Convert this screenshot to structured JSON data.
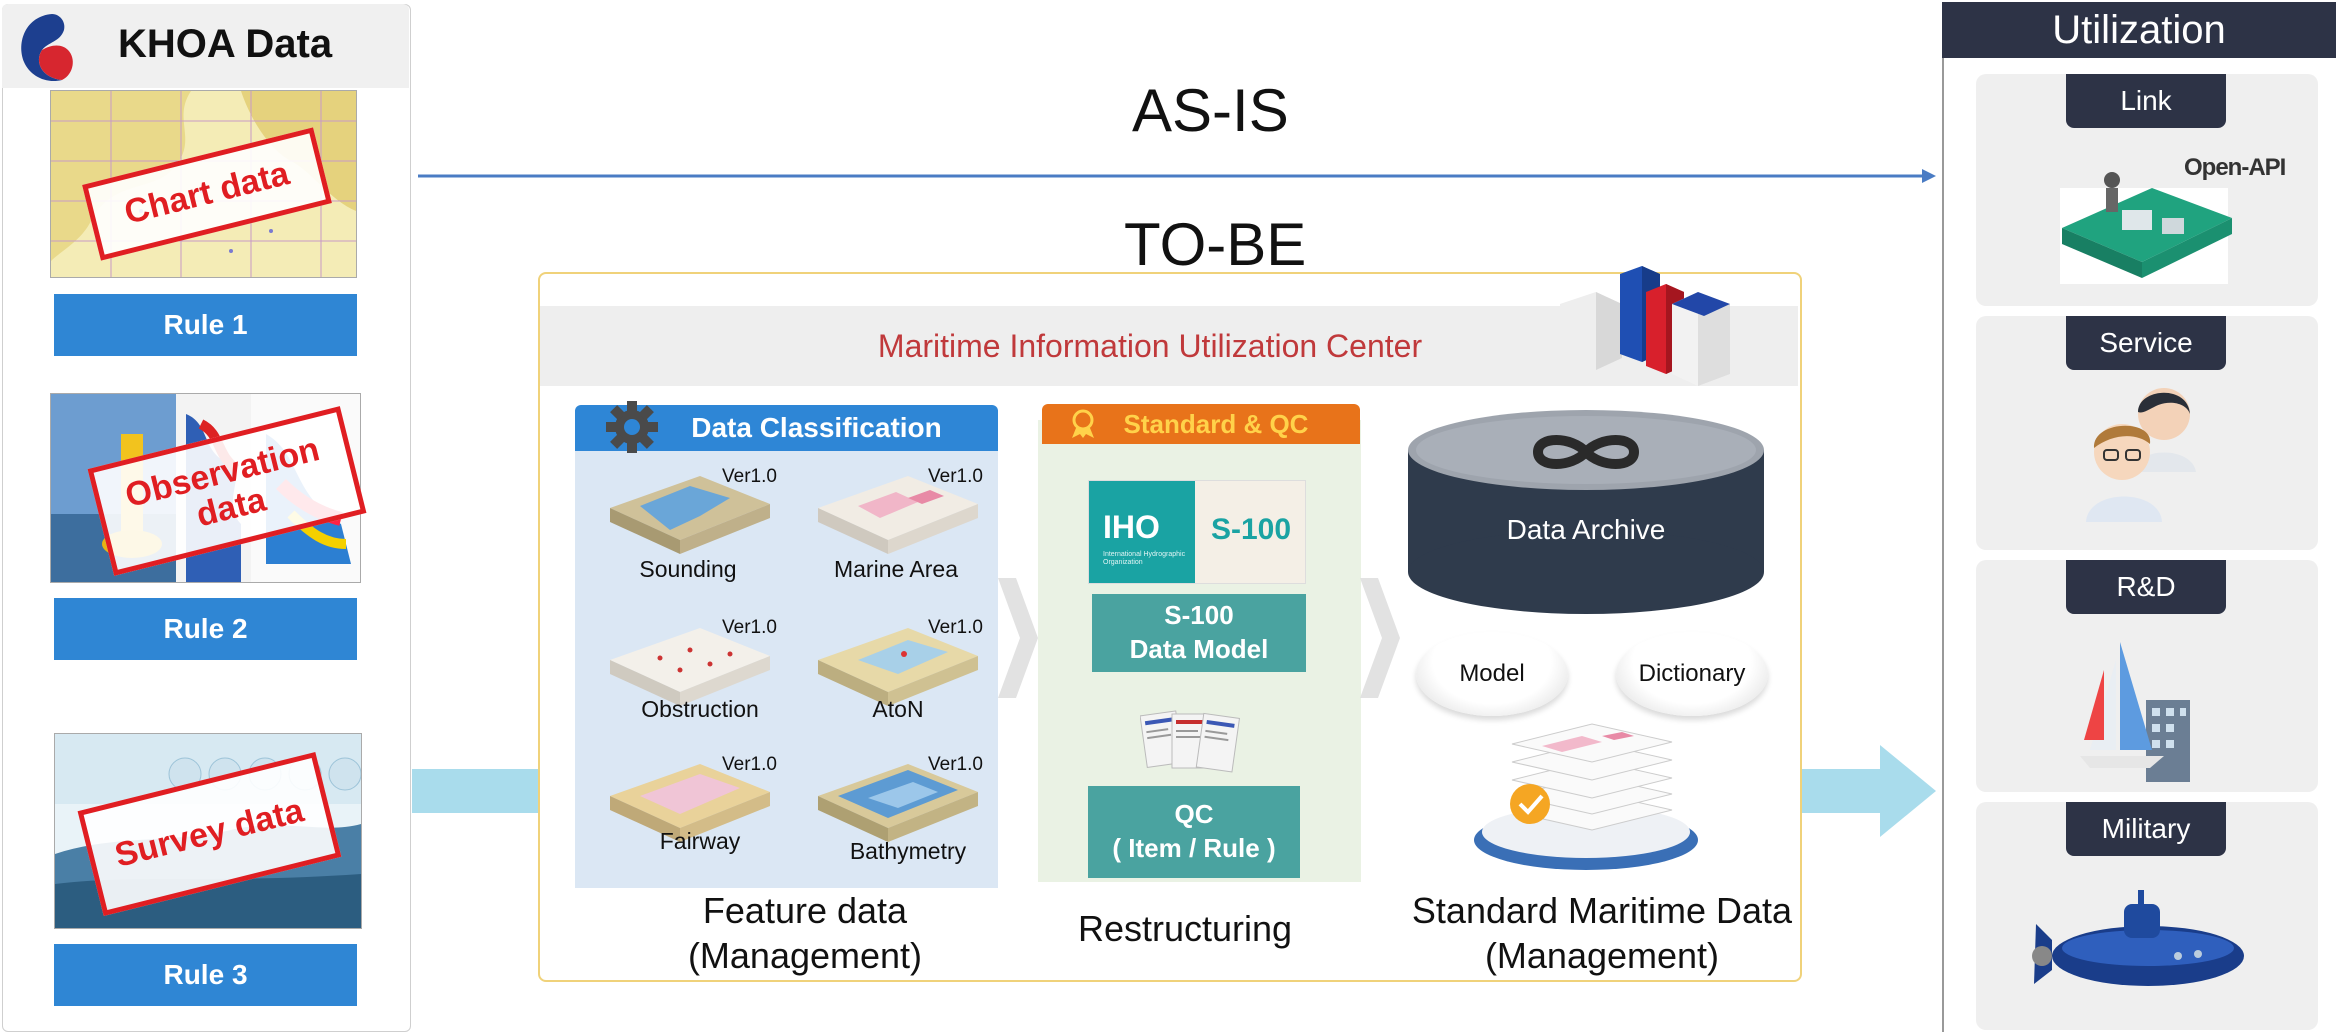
{
  "left_panel": {
    "title": "KHOA Data",
    "items": [
      {
        "stamp": "Chart data",
        "rule": "Rule 1"
      },
      {
        "stamp": "Observation data",
        "rule": "Rule 2"
      },
      {
        "stamp": "Survey data",
        "rule": "Rule 3"
      }
    ]
  },
  "flow": {
    "as_is": "AS-IS",
    "to_be": "TO-BE"
  },
  "center": {
    "title": "Maritime Information Utilization Center",
    "classification": {
      "header": "Data Classification",
      "features": [
        {
          "name": "Sounding",
          "version": "Ver1.0"
        },
        {
          "name": "Marine Area",
          "version": "Ver1.0"
        },
        {
          "name": "Obstruction",
          "version": "Ver1.0"
        },
        {
          "name": "AtoN",
          "version": "Ver1.0"
        },
        {
          "name": "Fairway",
          "version": "Ver1.0"
        },
        {
          "name": "Bathymetry",
          "version": "Ver1.0"
        }
      ],
      "caption_line1": "Feature data",
      "caption_line2": "(Management)"
    },
    "standard": {
      "header": "Standard & QC",
      "iho_logo": "IHO",
      "iho_sub": "International Hydrographic Organization",
      "s100_badge": "S-100",
      "data_model_line1": "S-100",
      "data_model_line2": "Data Model",
      "qc_line1": "QC",
      "qc_line2": "( Item / Rule )",
      "caption": "Restructuring"
    },
    "archive": {
      "label": "Data Archive",
      "model": "Model",
      "dictionary": "Dictionary",
      "caption_line1": "Standard Maritime Data",
      "caption_line2": "(Management)"
    }
  },
  "utilization": {
    "title": "Utilization",
    "cards": [
      {
        "label": "Link",
        "extra": "Open-API"
      },
      {
        "label": "Service",
        "extra": ""
      },
      {
        "label": "R&D",
        "extra": ""
      },
      {
        "label": "Military",
        "extra": ""
      }
    ]
  },
  "colors": {
    "rule_blue": "#2f86d4",
    "stamp_red": "#e01e22",
    "header_navy": "#2d3346",
    "teal": "#4aa3a0",
    "orange": "#e8731a",
    "flow_arrow": "#a9dcec"
  }
}
